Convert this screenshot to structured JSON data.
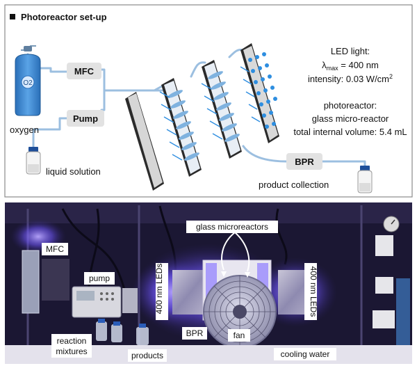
{
  "schematic": {
    "title": "Photoreactor set-up",
    "oxygen_label": "oxygen",
    "o2_symbol": "O2",
    "mfc_label": "MFC",
    "pump_label": "Pump",
    "liquid_label": "liquid solution",
    "bpr_label": "BPR",
    "product_label": "product collection",
    "led_title": "LED light:",
    "led_lambda_prefix": "λ",
    "led_lambda_sub": "max",
    "led_lambda_value": " = 400 nm",
    "led_intensity": "intensity: 0.03 W/cm",
    "led_intensity_sup": "2",
    "photoreactor_title": "photoreactor:",
    "photoreactor_type": "glass micro-reactor",
    "photoreactor_volume": "total internal volume: 5.4 mL"
  },
  "photo": {
    "mfc": "MFC",
    "pump": "pump",
    "leds_left": "400 nm LEDs",
    "leds_right": "400 nm LEDs",
    "glass_microreactors": "glass microreactors",
    "bpr": "BPR",
    "fan": "fan",
    "reaction": "reaction",
    "mixtures": "mixtures",
    "products": "products",
    "cooling_water": "cooling water"
  },
  "colors": {
    "panel_border": "#7f7f7f",
    "tube": "#8fb6da",
    "led_blue": "#2e8ee0",
    "label_box": "#e3e3e3",
    "photo_bg": "#1a1630",
    "led_glow": "#7a62ff"
  }
}
